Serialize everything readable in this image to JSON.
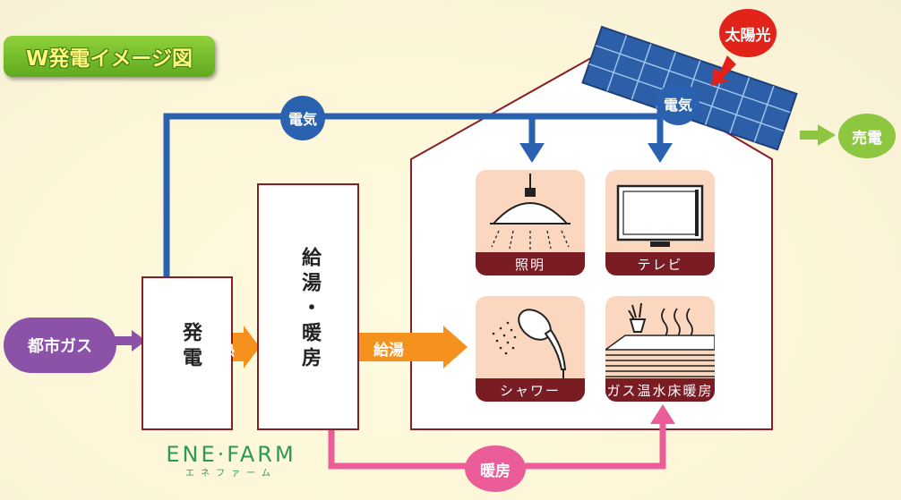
{
  "title": "W発電イメージ図",
  "nodes": {
    "city_gas": "都市ガス",
    "generation": "発電",
    "hot_water_heating": "給湯・暖房",
    "solar": "太陽光",
    "sell_power": "売電",
    "heating": "暖房"
  },
  "flows": {
    "electricity_main": "電気",
    "electricity_solar": "電気",
    "heat": "熱",
    "hot_water": "給湯"
  },
  "appliances": [
    {
      "label": "照明",
      "icon": "ceiling-lamp-icon"
    },
    {
      "label": "テレビ",
      "icon": "television-icon"
    },
    {
      "label": "シャワー",
      "icon": "shower-icon"
    },
    {
      "label": "ガス温水床暖房",
      "icon": "floor-heating-icon"
    }
  ],
  "logo": {
    "main": "ENE·FARM",
    "sub": "エネファーム"
  },
  "colors": {
    "electric_blue": "#2b62b0",
    "heat_orange": "#f5921e",
    "heating_pink": "#ea5d98",
    "city_gas_purple": "#8c52a8",
    "solar_red": "#e2231a",
    "sell_green": "#8dc63f",
    "frame_maroon": "#8a1e28"
  }
}
